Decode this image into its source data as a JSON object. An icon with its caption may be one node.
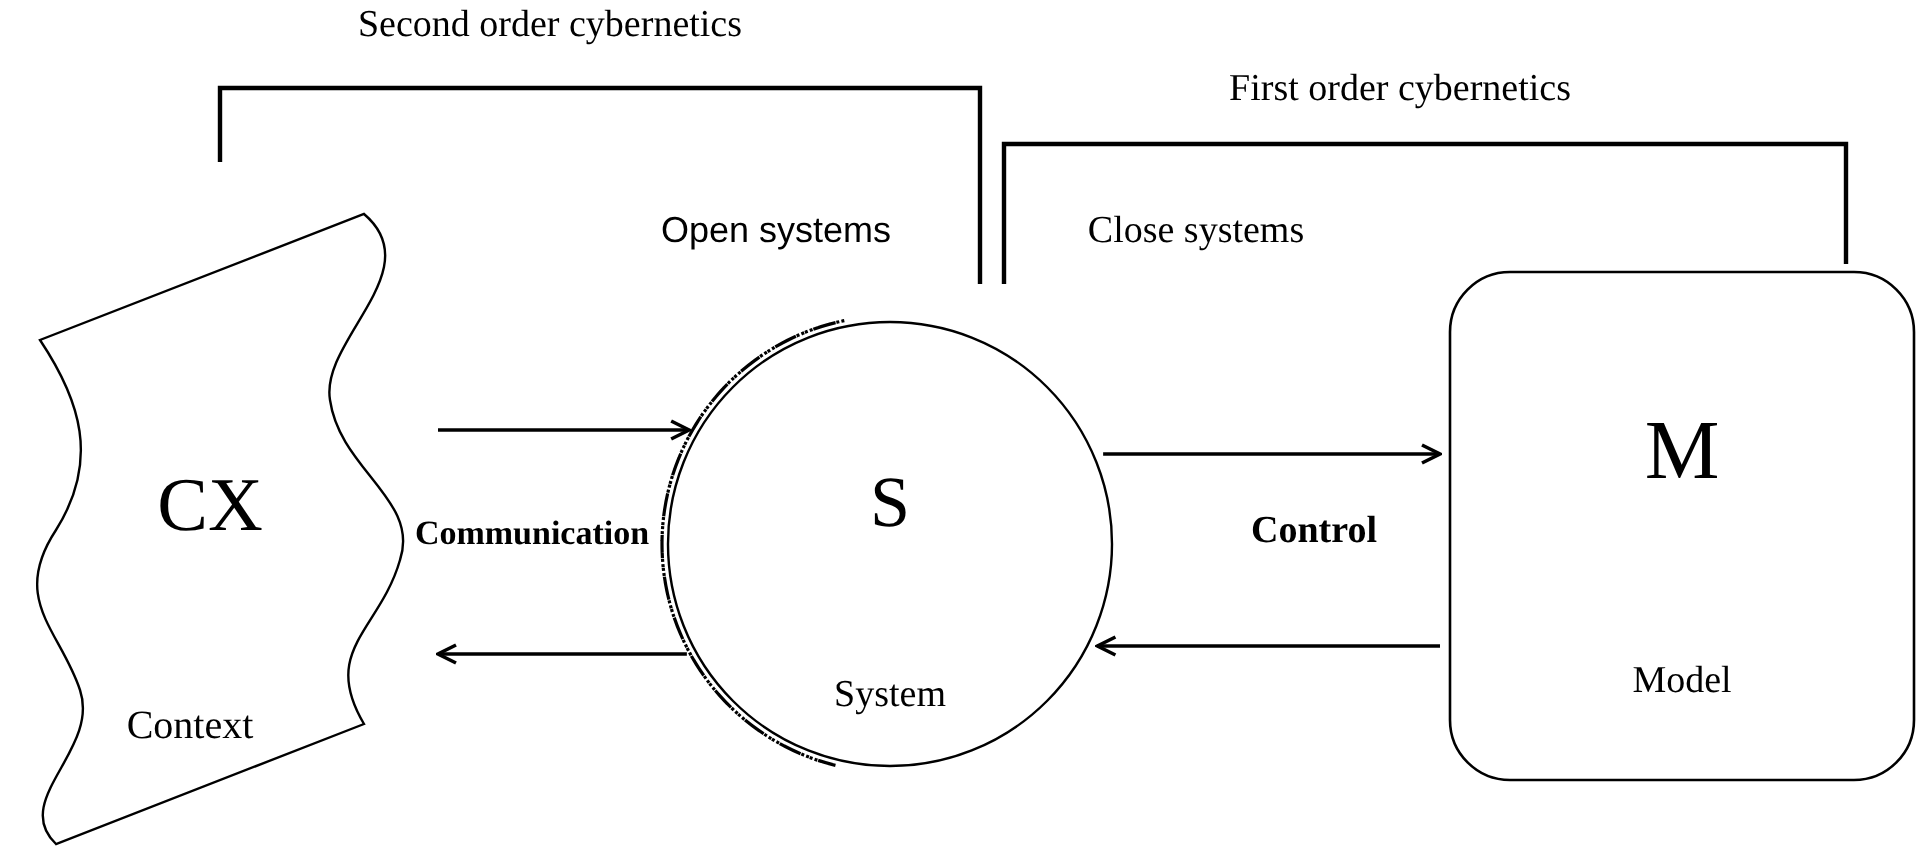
{
  "diagram": {
    "nodes": [
      {
        "text": [
          "CX",
          "Context"
        ]
      },
      {
        "text": [
          "S",
          "System"
        ]
      },
      {
        "text": [
          "M",
          "Model"
        ]
      }
    ],
    "edges": [
      {
        "from": 0,
        "to": 1,
        "arrow": "to"
      },
      {
        "from": 1,
        "to": 0,
        "arrow": "to"
      },
      {
        "from": 1,
        "to": 2,
        "arrow": "to"
      },
      {
        "from": 2,
        "to": 1,
        "arrow": "to"
      }
    ],
    "labels": [
      "Second order cybernetics",
      "First order cybernetics",
      "Open systems",
      "Close systems",
      "Communication",
      "Control"
    ]
  }
}
